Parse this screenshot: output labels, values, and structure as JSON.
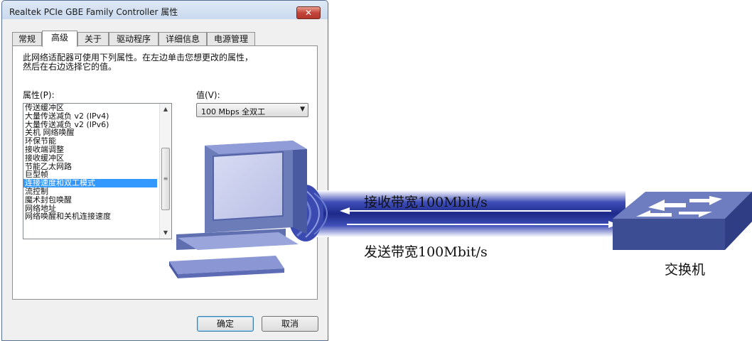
{
  "window": {
    "title": "Realtek PCIe GBE Family Controller 属性",
    "close_glyph": "✕"
  },
  "tabs": [
    {
      "label": "常规",
      "active": false
    },
    {
      "label": "高级",
      "active": true
    },
    {
      "label": "关于",
      "active": false
    },
    {
      "label": "驱动程序",
      "active": false
    },
    {
      "label": "详细信息",
      "active": false
    },
    {
      "label": "电源管理",
      "active": false
    }
  ],
  "advanced": {
    "description_line1": "此网络适配器可使用下列属性。在左边单击您想更改的属性，",
    "description_line2": "然后在右边选择它的值。",
    "property_label": "属性(P):",
    "value_label": "值(V):",
    "properties": [
      "传送缓冲区",
      "大量传送减负 v2 (IPv4)",
      "大量传送减负 v2 (IPv6)",
      "关机 网络唤醒",
      "环保节能",
      "接收端调整",
      "接收缓冲区",
      "节能乙太网路",
      "巨型帧",
      "连接速度和双工模式",
      "流控制",
      "魔术封包唤醒",
      "网络地址",
      "网络唤醒和关机连接速度"
    ],
    "selected_index": 9,
    "value": "100 Mbps 全双工"
  },
  "buttons": {
    "ok": "确定",
    "cancel": "取消"
  },
  "diagram": {
    "receive_label": "接收带宽100Mbit/s",
    "send_label": "发送带宽100Mbit/s",
    "switch_label": "交换机"
  },
  "colors": {
    "device_blue": "#6c7cb8",
    "cable_blue": "#2d3a9a",
    "selection": "#3399ff"
  }
}
